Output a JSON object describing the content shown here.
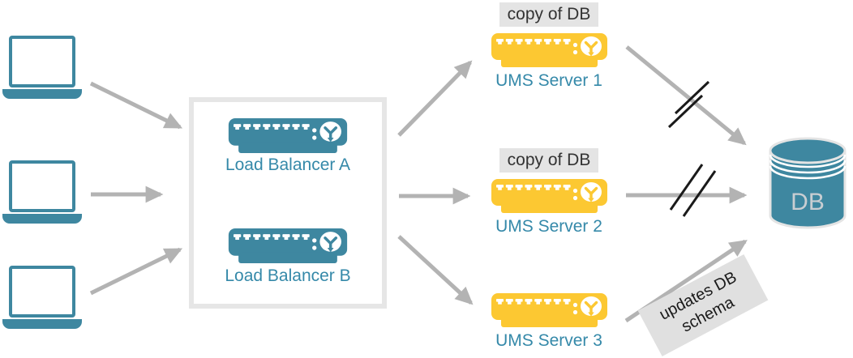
{
  "diagram": {
    "clients": {
      "count": 3,
      "icon": "laptop-icon"
    },
    "load_balancer_group": {
      "items": [
        {
          "label": "Load Balancer A"
        },
        {
          "label": "Load Balancer B"
        }
      ]
    },
    "ums_servers": [
      {
        "label": "UMS Server 1",
        "badge": "copy of DB"
      },
      {
        "label": "UMS Server 2",
        "badge": "copy of DB"
      },
      {
        "label": "UMS Server 3",
        "badge": ""
      }
    ],
    "database": {
      "label": "DB"
    },
    "annotation": {
      "line1": "updates DB",
      "line2": "schema"
    },
    "edges": [
      {
        "from": "client-1",
        "to": "load-balancer-group"
      },
      {
        "from": "client-2",
        "to": "load-balancer-group"
      },
      {
        "from": "client-3",
        "to": "load-balancer-group"
      },
      {
        "from": "load-balancer-group",
        "to": "ums-server-1"
      },
      {
        "from": "load-balancer-group",
        "to": "ums-server-2"
      },
      {
        "from": "load-balancer-group",
        "to": "ums-server-3"
      },
      {
        "from": "ums-server-1",
        "to": "db",
        "broken": true
      },
      {
        "from": "ums-server-2",
        "to": "db",
        "broken": true
      },
      {
        "from": "ums-server-3",
        "to": "db",
        "broken": false,
        "note": "updates DB schema"
      }
    ]
  },
  "colors": {
    "teal": "#3E87A0",
    "label_teal": "#3589A9",
    "yellow": "#FCC832",
    "arrow_gray": "#B3B3B3",
    "badge_bg": "#E4E4E4",
    "annotation_bg": "#E0E0E0",
    "box_border": "#E6E6E6",
    "slash_black": "#1A1A1A",
    "db_text": "#C9CED2"
  }
}
